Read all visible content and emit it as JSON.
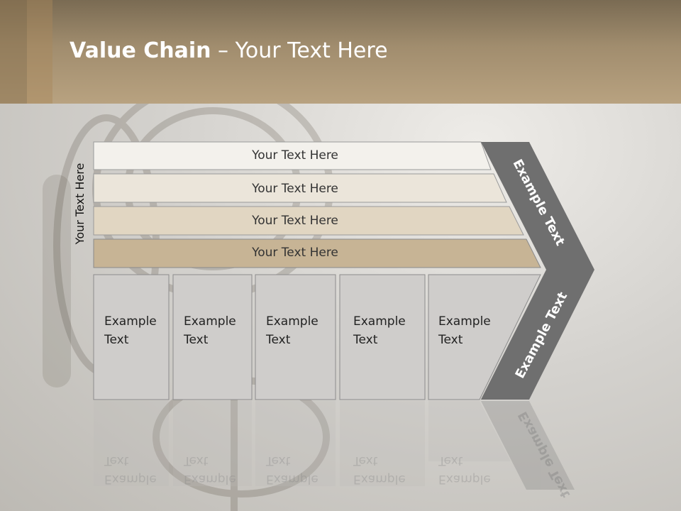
{
  "title": {
    "bold": "Value Chain",
    "rest": " – Your Text Here"
  },
  "vertical_label": "Your Text Here",
  "rows": [
    "Your Text Here",
    "Your Text Here",
    "Your Text Here",
    "Your Text Here"
  ],
  "boxes": [
    {
      "line1": "Example",
      "line2": "Text"
    },
    {
      "line1": "Example",
      "line2": "Text"
    },
    {
      "line1": "Example",
      "line2": "Text"
    },
    {
      "line1": "Example",
      "line2": "Text"
    },
    {
      "line1": "Example",
      "line2": "Text"
    }
  ],
  "arrow_upper_label": "Example Text",
  "arrow_lower_label": "Example Text",
  "colors": {
    "row1": "#f3f1ec",
    "row2": "#ebe5da",
    "row3": "#e1d6c2",
    "row4": "#c7b495",
    "box": "#cfcdcb",
    "arrow": "#6f6f6f"
  }
}
